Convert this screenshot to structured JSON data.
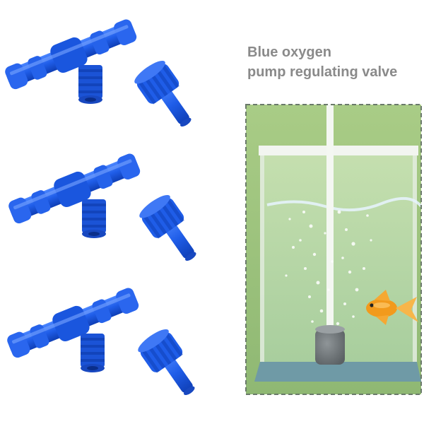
{
  "caption": {
    "line1": "Blue oxygen",
    "line2": "pump regulating valve"
  },
  "colors": {
    "valve_blue": "#1f5de8",
    "valve_blue_dark": "#0f3fb6",
    "frame_dash": "#6a7a6a",
    "tank_water": "#b8d8a0",
    "fish": "#f29a1c"
  },
  "items": [
    {
      "name": "t-connector",
      "count": 3
    },
    {
      "name": "regulator-knob",
      "count": 3
    }
  ]
}
